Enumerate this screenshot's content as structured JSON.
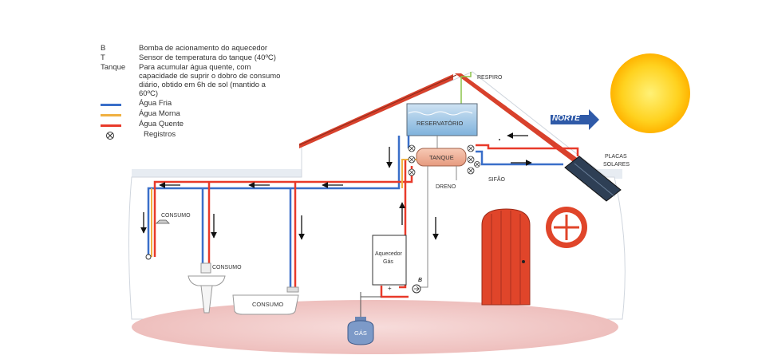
{
  "legend": {
    "items": [
      {
        "key": "B",
        "text": "Bomba de acionamento do aquecedor"
      },
      {
        "key": "T",
        "text": "Sensor de temperatura do tanque (40ºC)"
      },
      {
        "key": "Tanque",
        "text": "Para acumular água quente, com capacidade de suprir o dobro de consumo diário, obtido em 6h de sol (mantido a 60ºC)"
      }
    ],
    "lines": [
      {
        "text": "Água Fria",
        "color": "#3a6fc9"
      },
      {
        "text": "Água Morna",
        "color": "#f0b040"
      },
      {
        "text": "Água Quente",
        "color": "#e83a2a"
      }
    ],
    "registros": "Registros"
  },
  "labels": {
    "respiro": "RESPIRO",
    "reservatorio": "RESERVATÓRIO",
    "tanque": "TANQUE",
    "dreno": "DRENO",
    "sifao": "SIFÃO",
    "norte": "NORTE",
    "placas_line1": "PLACAS",
    "placas_line2": "SOLARES",
    "aquecedor_line1": "Aquecedor",
    "aquecedor_line2": "Gás",
    "consumo_shower": "CONSUMO",
    "consumo_sink": "CONSUMO",
    "consumo_tub": "CONSUMO",
    "gas": "GÁS",
    "bomba": "B",
    "plus": "+"
  },
  "colors": {
    "cold": "#3a6fc9",
    "warm": "#f0b040",
    "hot": "#e83a2a",
    "roof": "#d8412c",
    "sun": "#ffcc1a",
    "door": "#e0452a",
    "wall": "#ffffff",
    "sky": "#eef1f5",
    "floor": "#f2d0cf"
  }
}
